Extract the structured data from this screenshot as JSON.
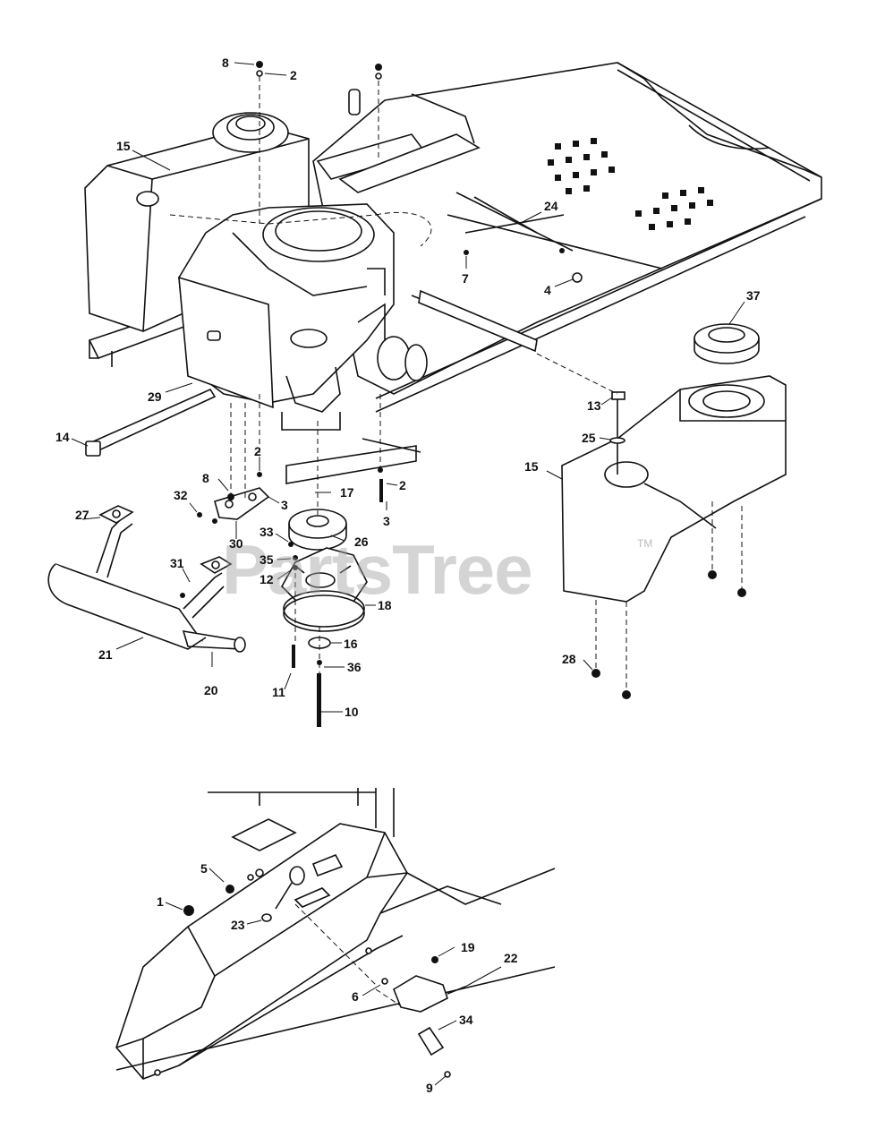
{
  "watermark": {
    "text": "PartsTree",
    "tm": "TM"
  },
  "callouts": [
    {
      "id": "c8a",
      "label": "8"
    },
    {
      "id": "c2a",
      "label": "2"
    },
    {
      "id": "c15a",
      "label": "15"
    },
    {
      "id": "c24",
      "label": "24"
    },
    {
      "id": "c7",
      "label": "7"
    },
    {
      "id": "c4",
      "label": "4"
    },
    {
      "id": "c37",
      "label": "37"
    },
    {
      "id": "c29",
      "label": "29"
    },
    {
      "id": "c14",
      "label": "14"
    },
    {
      "id": "c13",
      "label": "13"
    },
    {
      "id": "c25",
      "label": "25"
    },
    {
      "id": "c15b",
      "label": "15"
    },
    {
      "id": "c2b",
      "label": "2"
    },
    {
      "id": "c8b",
      "label": "8"
    },
    {
      "id": "c32",
      "label": "32"
    },
    {
      "id": "c3a",
      "label": "3"
    },
    {
      "id": "c17",
      "label": "17"
    },
    {
      "id": "c2c",
      "label": "2"
    },
    {
      "id": "c27",
      "label": "27"
    },
    {
      "id": "c30",
      "label": "30"
    },
    {
      "id": "c3b",
      "label": "3"
    },
    {
      "id": "c33",
      "label": "33"
    },
    {
      "id": "c26",
      "label": "26"
    },
    {
      "id": "c31",
      "label": "31"
    },
    {
      "id": "c35",
      "label": "35"
    },
    {
      "id": "c12",
      "label": "12"
    },
    {
      "id": "c18",
      "label": "18"
    },
    {
      "id": "c21",
      "label": "21"
    },
    {
      "id": "c16",
      "label": "16"
    },
    {
      "id": "c28",
      "label": "28"
    },
    {
      "id": "c20",
      "label": "20"
    },
    {
      "id": "c11",
      "label": "11"
    },
    {
      "id": "c36",
      "label": "36"
    },
    {
      "id": "c10",
      "label": "10"
    },
    {
      "id": "c5",
      "label": "5"
    },
    {
      "id": "c1",
      "label": "1"
    },
    {
      "id": "c23",
      "label": "23"
    },
    {
      "id": "c19",
      "label": "19"
    },
    {
      "id": "c22",
      "label": "22"
    },
    {
      "id": "c6",
      "label": "6"
    },
    {
      "id": "c34",
      "label": "34"
    },
    {
      "id": "c9",
      "label": "9"
    }
  ]
}
